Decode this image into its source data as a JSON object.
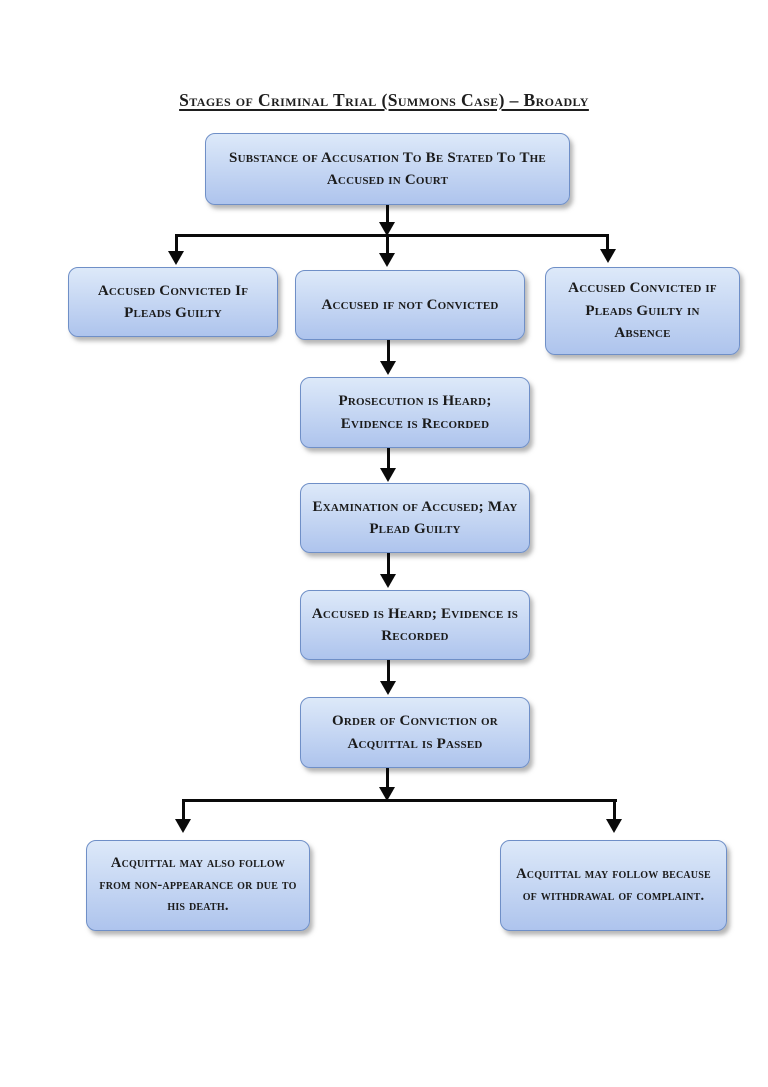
{
  "page": {
    "title": "Stages of Criminal Trial (Summons Case) – Broadly"
  },
  "colors": {
    "box_fill_top": "#dde9f9",
    "box_fill_bottom": "#aec4ed",
    "box_border": "#6f8fc7",
    "arrow": "#0a0a0a",
    "text": "#1b1b1b",
    "background": "#ffffff"
  },
  "nodes": {
    "substance": {
      "label": "Substance of Accusation To Be Stated To The Accused in Court"
    },
    "pleads_guilty": {
      "label": "Accused Convicted If Pleads Guilty"
    },
    "not_convicted": {
      "label": "Accused if not Convicted"
    },
    "guilty_in_absence": {
      "label": "Accused Convicted if Pleads Guilty in Absence"
    },
    "prosecution_heard": {
      "label": "Prosecution is Heard; Evidence is Recorded"
    },
    "examination": {
      "label": "Examination of Accused; May Plead Guilty"
    },
    "accused_heard": {
      "label": "Accused is Heard; Evidence is Recorded"
    },
    "order_passed": {
      "label": "Order of Conviction or Acquittal is Passed"
    },
    "acquittal_non_appearance": {
      "label": "Acquittal may also follow from non-appearance or due to his death."
    },
    "acquittal_withdrawal": {
      "label": "Acquittal may follow because of withdrawal of complaint."
    }
  }
}
